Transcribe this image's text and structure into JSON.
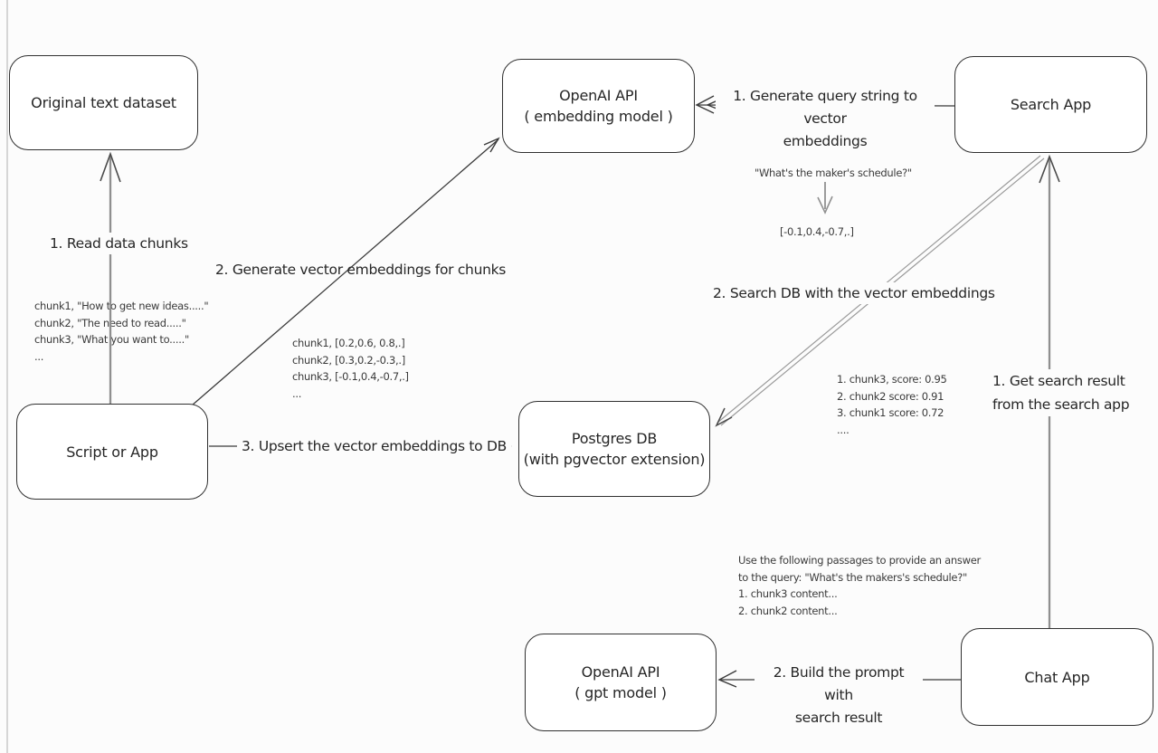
{
  "colors": {
    "ink": "#303030",
    "arrow_dark": "#3a3a3a",
    "arrow_gray": "#8f8f8f",
    "background": "#fcfcfc"
  },
  "diagram": {
    "nodes": {
      "original": {
        "label": "Original text dataset"
      },
      "openai_embedding": {
        "label": "OpenAI API",
        "sublabel": "( embedding model )"
      },
      "search_app": {
        "label": "Search App"
      },
      "script_or_app": {
        "label": "Script or App"
      },
      "postgres": {
        "label": "Postgres DB",
        "sublabel": "(with pgvector extension)"
      },
      "openai_gpt": {
        "label": "OpenAI API",
        "sublabel": "( gpt model )"
      },
      "chat_app": {
        "label": "Chat App"
      }
    },
    "edge_labels": {
      "read_chunks": "1. Read data chunks",
      "generate_embeddings": "2. Generate vector embeddings for chunks",
      "upsert": "3. Upsert the vector embeddings  to DB",
      "generate_query_1": "1. Generate query string to vector",
      "generate_query_2": "embeddings",
      "search_db": "2. Search DB with the vector embeddings",
      "get_result_1": "1. Get search result",
      "get_result_2": "from the search app",
      "build_prompt_1": "2. Build the prompt with",
      "build_prompt_2": "search result"
    },
    "annotations": {
      "chunks": [
        "chunk1, \"How to get new ideas.....\"",
        "chunk2, \"The need to read.....\"",
        "chunk3, \"What you want to.....\"",
        "..."
      ],
      "vectors": [
        "chunk1, [0.2,0.6, 0.8,.]",
        "chunk2, [0.3,0.2,-0.3,.]",
        "chunk3, [-0.1,0.4,-0.7,.]",
        "..."
      ],
      "query": "\"What's the maker's schedule?\"",
      "query_vector": "[-0.1,0.4,-0.7,.]",
      "scores": [
        "1. chunk3, score: 0.95",
        "2. chunk2 score: 0.91",
        "3. chunk1 score: 0.72",
        "...."
      ],
      "prompt": [
        "Use the following passages to provide an answer",
        "to the query: \"What's the makers's schedule?\"",
        "1. chunk3 content...",
        "2. chunk2 content..."
      ]
    }
  }
}
